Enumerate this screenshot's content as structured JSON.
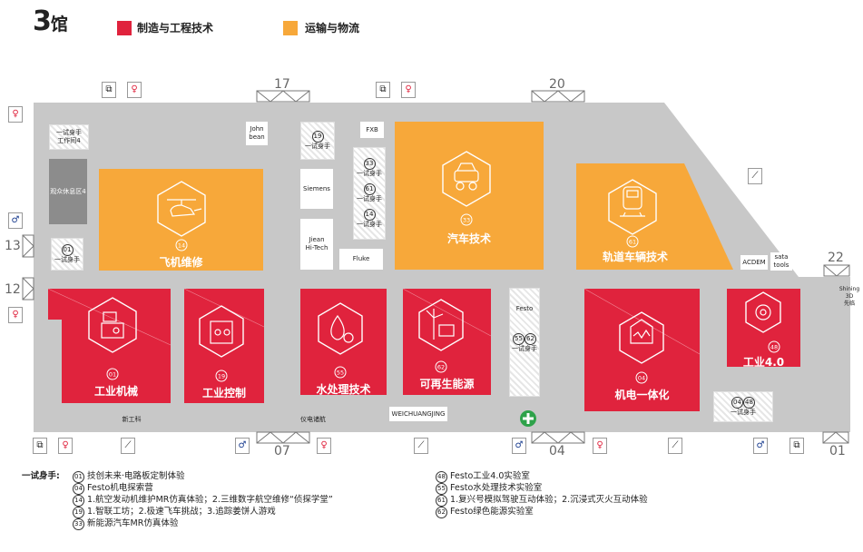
{
  "hall": {
    "number": "3",
    "suffix": "馆"
  },
  "legend": [
    {
      "label": "制造与工程技术",
      "color": "#e0233d"
    },
    {
      "label": "运输与物流",
      "color": "#f7a83a"
    }
  ],
  "colors": {
    "floor": "#c8c8c8",
    "red": "#e0233d",
    "orange": "#f7a83a",
    "lounge": "#8c8c8c"
  },
  "entrances": [
    "17",
    "20",
    "13",
    "12",
    "22",
    "07",
    "04",
    "01"
  ],
  "zones": [
    {
      "id": "14",
      "label": "飞机维修",
      "color": "orange",
      "icon": "helicopter-icon"
    },
    {
      "id": "33",
      "label": "汽车技术",
      "color": "orange",
      "icon": "car-icon"
    },
    {
      "id": "61",
      "label": "轨道车辆技术",
      "color": "orange",
      "icon": "train-icon"
    },
    {
      "id": "01",
      "label": "工业机械",
      "color": "red",
      "icon": "machine-icon"
    },
    {
      "id": "19",
      "label": "工业控制",
      "color": "red",
      "icon": "control-panel-icon"
    },
    {
      "id": "55",
      "label": "水处理技术",
      "color": "red",
      "icon": "water-drop-icon"
    },
    {
      "id": "62",
      "label": "可再生能源",
      "color": "red",
      "icon": "wind-solar-icon"
    },
    {
      "id": "04",
      "label": "机电一体化",
      "color": "red",
      "icon": "mechatronics-icon"
    },
    {
      "id": "48",
      "label": "工业4.0",
      "color": "red",
      "icon": "gear-icon"
    }
  ],
  "booths": {
    "workshop": "一试身手\n工作间4",
    "lounge": "观众休息区4",
    "try01": "一试身手",
    "john_bean": "John\nbean",
    "try19": "一试身手",
    "fxb": "FXB",
    "try33": "一试身手",
    "try61": "一试身手",
    "try14": "一试身手",
    "siemens": "Siemens",
    "jiean": "Jiean\nHi-Tech",
    "fluke": "Fluke",
    "festo": "Festo",
    "try5562": "一试身手",
    "acdem": "ACDEM",
    "sata": "sata\ntools",
    "shining": "Shining\n3D\n先临",
    "try0448": "一试身手",
    "xingongke": "新工科",
    "yidian": "仪电诸航",
    "weichuang": "WEICHUANGJING"
  },
  "footer": {
    "title": "一试身手:",
    "left": [
      {
        "num": "01",
        "text": "技创未来·电路板定制体验"
      },
      {
        "num": "04",
        "text": "Festo机电探索营"
      },
      {
        "num": "14",
        "text": "1.航空发动机维护MR仿真体验；2.三维数字航空维修“侦探学堂”"
      },
      {
        "num": "19",
        "text": "1.智联工坊；2.极速飞车挑战；3.追踪姜饼人游戏"
      },
      {
        "num": "33",
        "text": "新能源汽车MR仿真体验"
      }
    ],
    "right": [
      {
        "num": "48",
        "text": "Festo工业4.0实验室"
      },
      {
        "num": "55",
        "text": "Festo水处理技术实验室"
      },
      {
        "num": "61",
        "text": "1.复兴号模拟驾驶互动体验；2.沉浸式灭火互动体验"
      },
      {
        "num": "62",
        "text": "Festo绿色能源实验室"
      }
    ]
  }
}
